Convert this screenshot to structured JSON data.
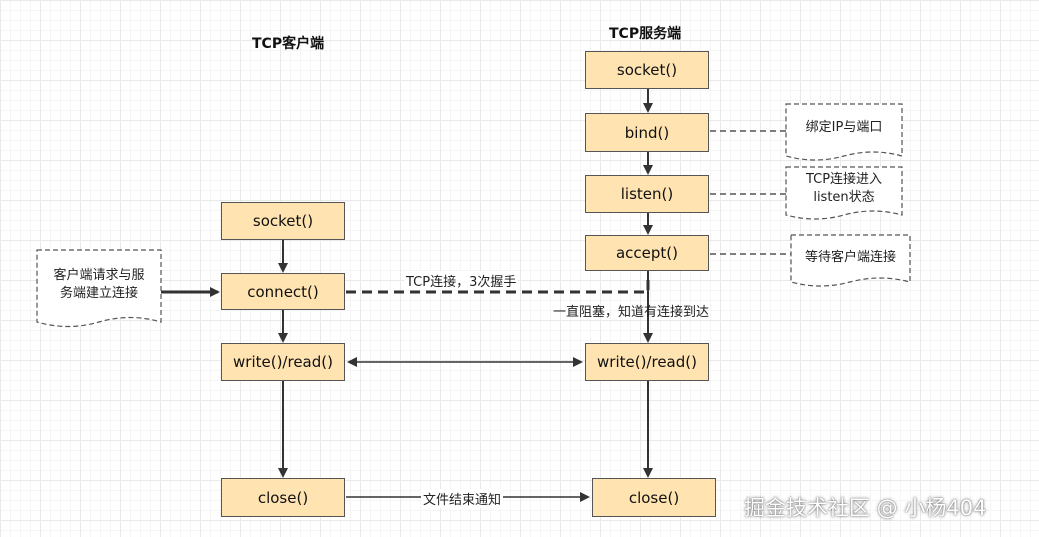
{
  "colors": {
    "box_fill": "#ffe3b0",
    "box_border": "#555555",
    "line": "#333333"
  },
  "headings": {
    "client": "TCP客户端",
    "server": "TCP服务端"
  },
  "client": {
    "socket": "socket()",
    "connect": "connect()",
    "write_read": "write()/read()",
    "close": "close()"
  },
  "server": {
    "socket": "socket()",
    "bind": "bind()",
    "listen": "listen()",
    "accept": "accept()",
    "write_read": "write()/read()",
    "close": "close()"
  },
  "notes": {
    "bind": "绑定IP与端口",
    "listen_line1": "TCP连接进入",
    "listen_line2": "listen状态",
    "accept": "等待客户端连接",
    "client_line1": "客户端请求与服",
    "client_line2": "务端建立连接"
  },
  "labels": {
    "handshake": "TCP连接，3次握手",
    "blocking": "一直阻塞，知道有连接到达",
    "file_end": "文件结束通知"
  },
  "watermark": "掘金技术社区 @ 小杨404"
}
